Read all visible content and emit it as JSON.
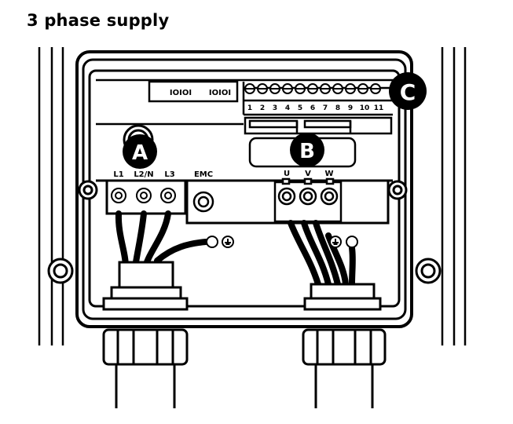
{
  "title": "3 phase supply",
  "callouts": {
    "a": "A",
    "b": "B",
    "c": "C"
  },
  "supply_terminals": {
    "l1": "L1",
    "l2n": "L2/N",
    "l3": "L3"
  },
  "emc_label": "EMC",
  "motor_terminals": {
    "u": "U",
    "v": "V",
    "w": "W"
  },
  "io_labels": [
    "IOIOI",
    "IOIOI"
  ],
  "control_terminals": [
    "1",
    "2",
    "3",
    "4",
    "5",
    "6",
    "7",
    "8",
    "9",
    "10",
    "11"
  ]
}
